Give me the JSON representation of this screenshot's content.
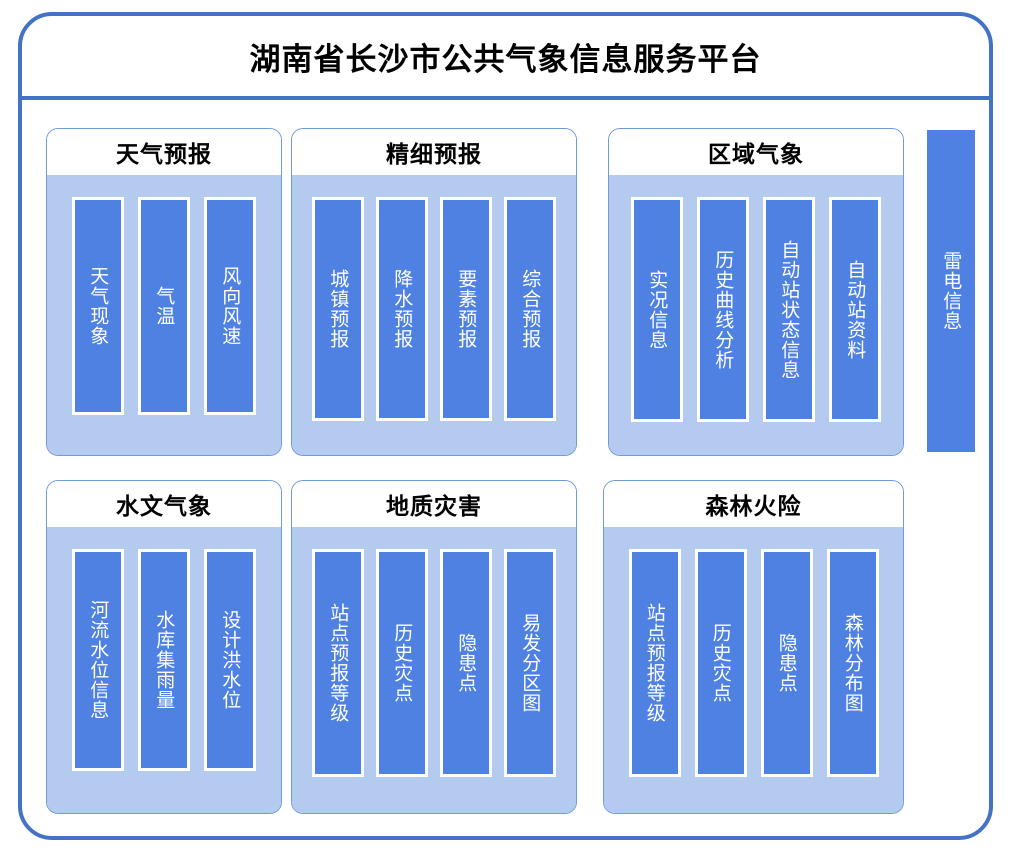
{
  "platform": {
    "title": "湖南省长沙市公共气象信息服务平台"
  },
  "groups": [
    {
      "id": "weather-forecast",
      "title": "天气预报",
      "items": [
        {
          "label": "天气现象"
        },
        {
          "label": "气温"
        },
        {
          "label": "风向风速"
        }
      ]
    },
    {
      "id": "fine-forecast",
      "title": "精细预报",
      "items": [
        {
          "label": "城镇预报"
        },
        {
          "label": "降水预报"
        },
        {
          "label": "要素预报"
        },
        {
          "label": "综合预报"
        }
      ]
    },
    {
      "id": "regional-meteorology",
      "title": "区域气象",
      "items": [
        {
          "label": "实况信息"
        },
        {
          "label": "历史曲线分析"
        },
        {
          "label": "自动站状态信息"
        },
        {
          "label": "自动站资料"
        }
      ]
    },
    {
      "id": "hydro-meteorology",
      "title": "水文气象",
      "items": [
        {
          "label": "河流水位信息"
        },
        {
          "label": "水库集雨量"
        },
        {
          "label": "设计洪水位"
        }
      ]
    },
    {
      "id": "geological-hazard",
      "title": "地质灾害",
      "items": [
        {
          "label": "站点预报等级"
        },
        {
          "label": "历史灾点"
        },
        {
          "label": "隐患点"
        },
        {
          "label": "易发分区图"
        }
      ]
    },
    {
      "id": "forest-fire-risk",
      "title": "森林火险",
      "items": [
        {
          "label": "站点预报等级"
        },
        {
          "label": "历史灾点"
        },
        {
          "label": "隐患点"
        },
        {
          "label": "森林分布图"
        }
      ]
    }
  ],
  "standalone": {
    "id": "lightning-info",
    "label": "雷电信息"
  },
  "colors": {
    "frame_border": "#4472c4",
    "group_border": "#6f9adc",
    "group_body": "#b4cbef",
    "item_bar": "#4f81e3",
    "item_bar_border": "#ffffff",
    "title_text": "#000000",
    "item_text": "#ffffff"
  }
}
